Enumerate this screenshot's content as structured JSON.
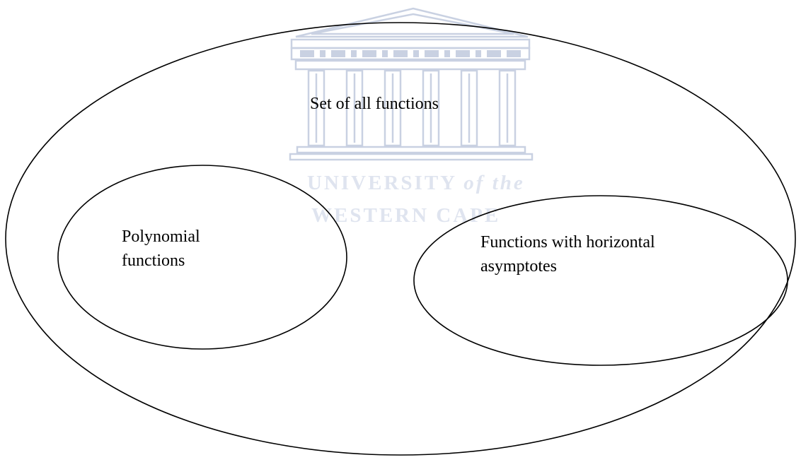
{
  "diagram": {
    "universal_set_label": "Set of all functions",
    "subsets": [
      {
        "line1": "Polynomial",
        "line2": "functions"
      },
      {
        "line1": "Functions with horizontal",
        "line2": "asymptotes"
      }
    ]
  },
  "watermark": {
    "line1": "UNIVERSITY",
    "line1_suffix": "of the",
    "line2": "WESTERN CAPE"
  }
}
